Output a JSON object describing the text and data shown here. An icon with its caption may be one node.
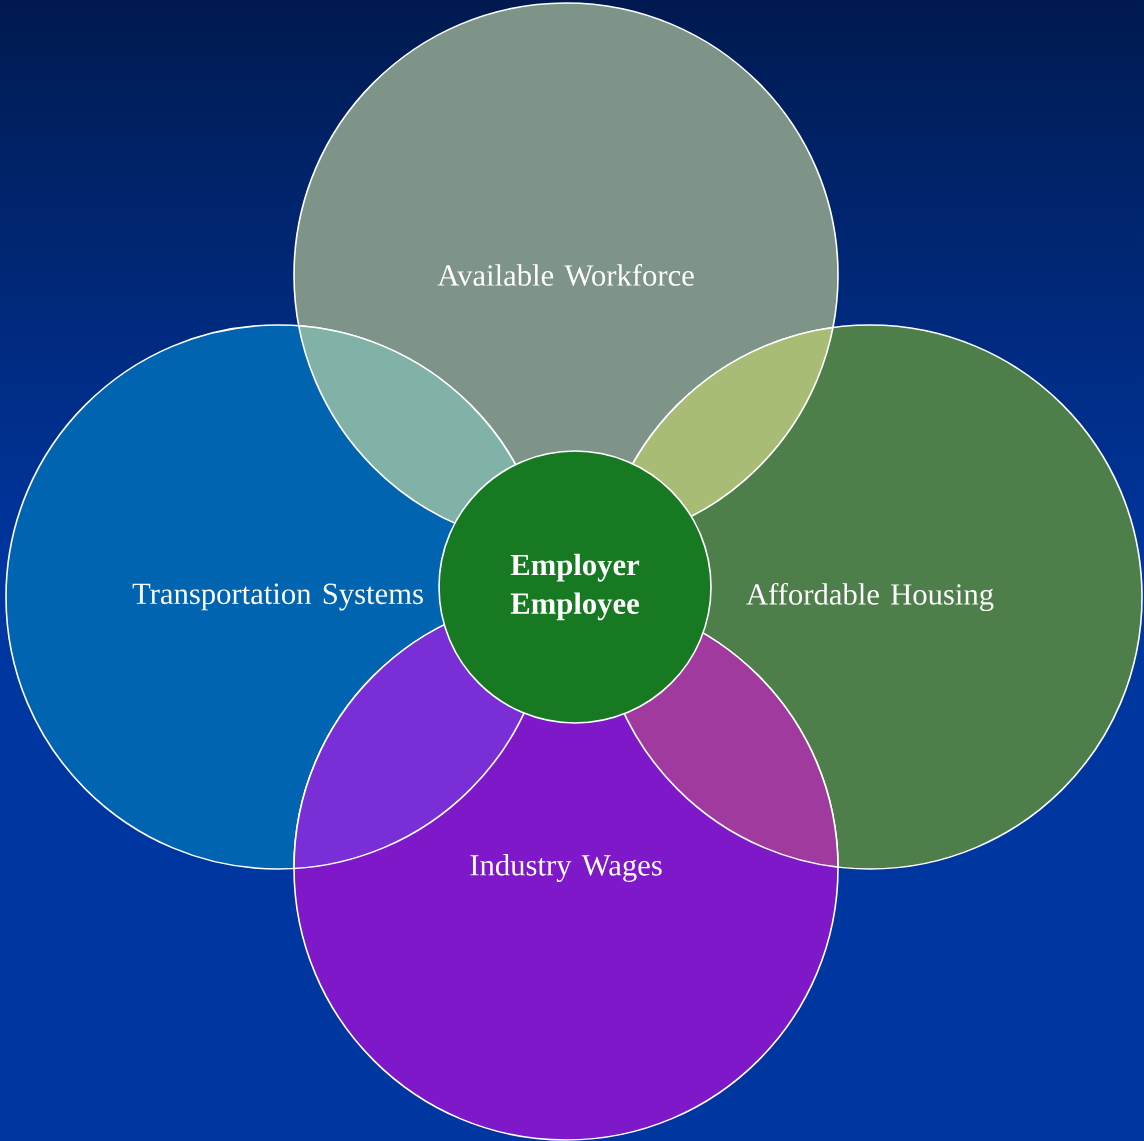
{
  "diagram": {
    "nodes": [
      {
        "text": [
          "Available Workforce"
        ]
      },
      {
        "text": [
          "Transportation Systems"
        ]
      },
      {
        "text": [
          "Employer Employee"
        ]
      },
      {
        "text": [
          "Affordable Housing"
        ]
      },
      {
        "text": [
          "Industry Wages"
        ]
      }
    ]
  }
}
